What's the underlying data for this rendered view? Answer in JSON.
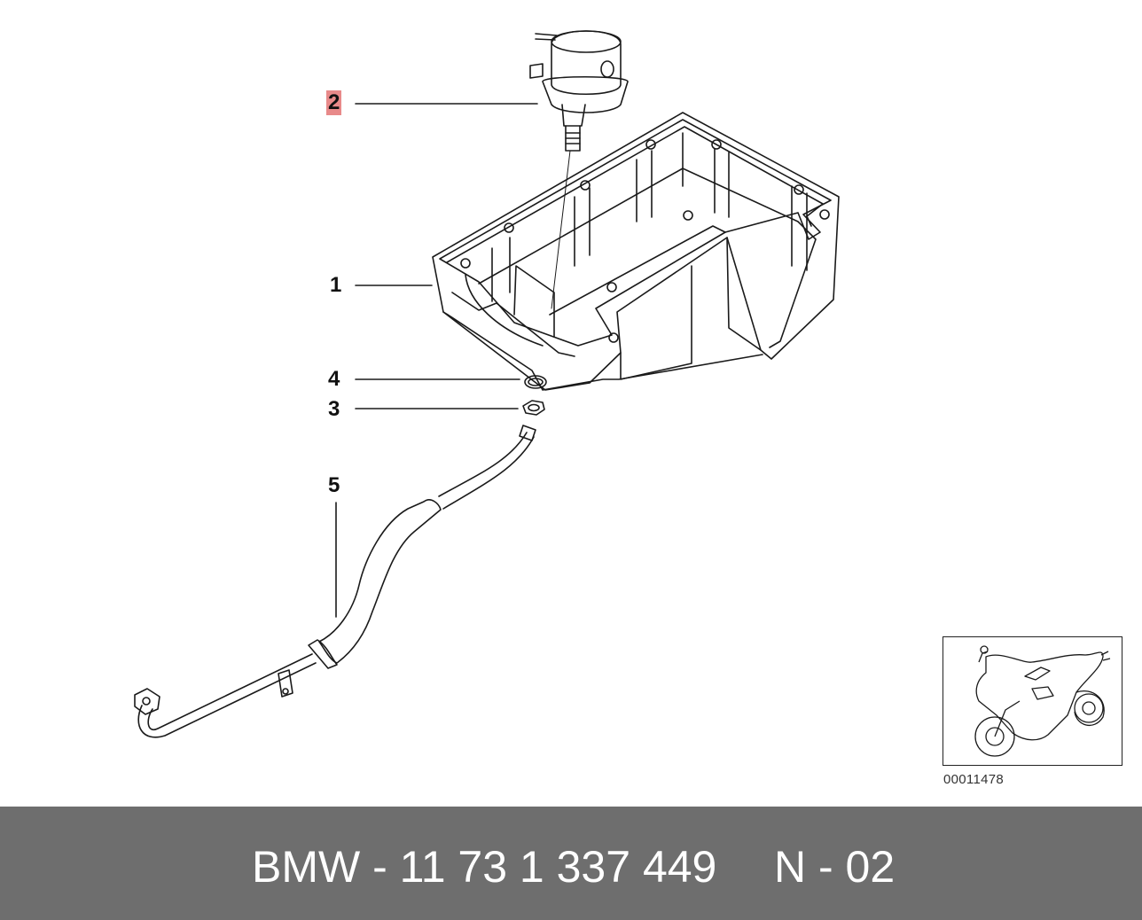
{
  "callouts": [
    {
      "id": "1",
      "label": "1",
      "highlighted": false
    },
    {
      "id": "2",
      "label": "2",
      "highlighted": true
    },
    {
      "id": "3",
      "label": "3",
      "highlighted": false
    },
    {
      "id": "4",
      "label": "4",
      "highlighted": false
    },
    {
      "id": "5",
      "label": "5",
      "highlighted": false
    }
  ],
  "parts": [
    {
      "callout": "1",
      "icon": "oil-pan-icon"
    },
    {
      "callout": "2",
      "icon": "pressure-valve-icon"
    },
    {
      "callout": "3",
      "icon": "union-nut-icon"
    },
    {
      "callout": "4",
      "icon": "sealing-ring-icon"
    },
    {
      "callout": "5",
      "icon": "hose-line-icon"
    }
  ],
  "thumbnail": {
    "icon": "motorcycle-icon",
    "image_id": "00011478"
  },
  "footer": {
    "part_number": "BMW - 11 73 1 337 449",
    "diagram_ref": "N - 02"
  },
  "colors": {
    "highlight": "#e88a8a",
    "footer_bg": "#6e6e6e",
    "footer_text": "#ffffff",
    "line": "#1a1a1a"
  }
}
